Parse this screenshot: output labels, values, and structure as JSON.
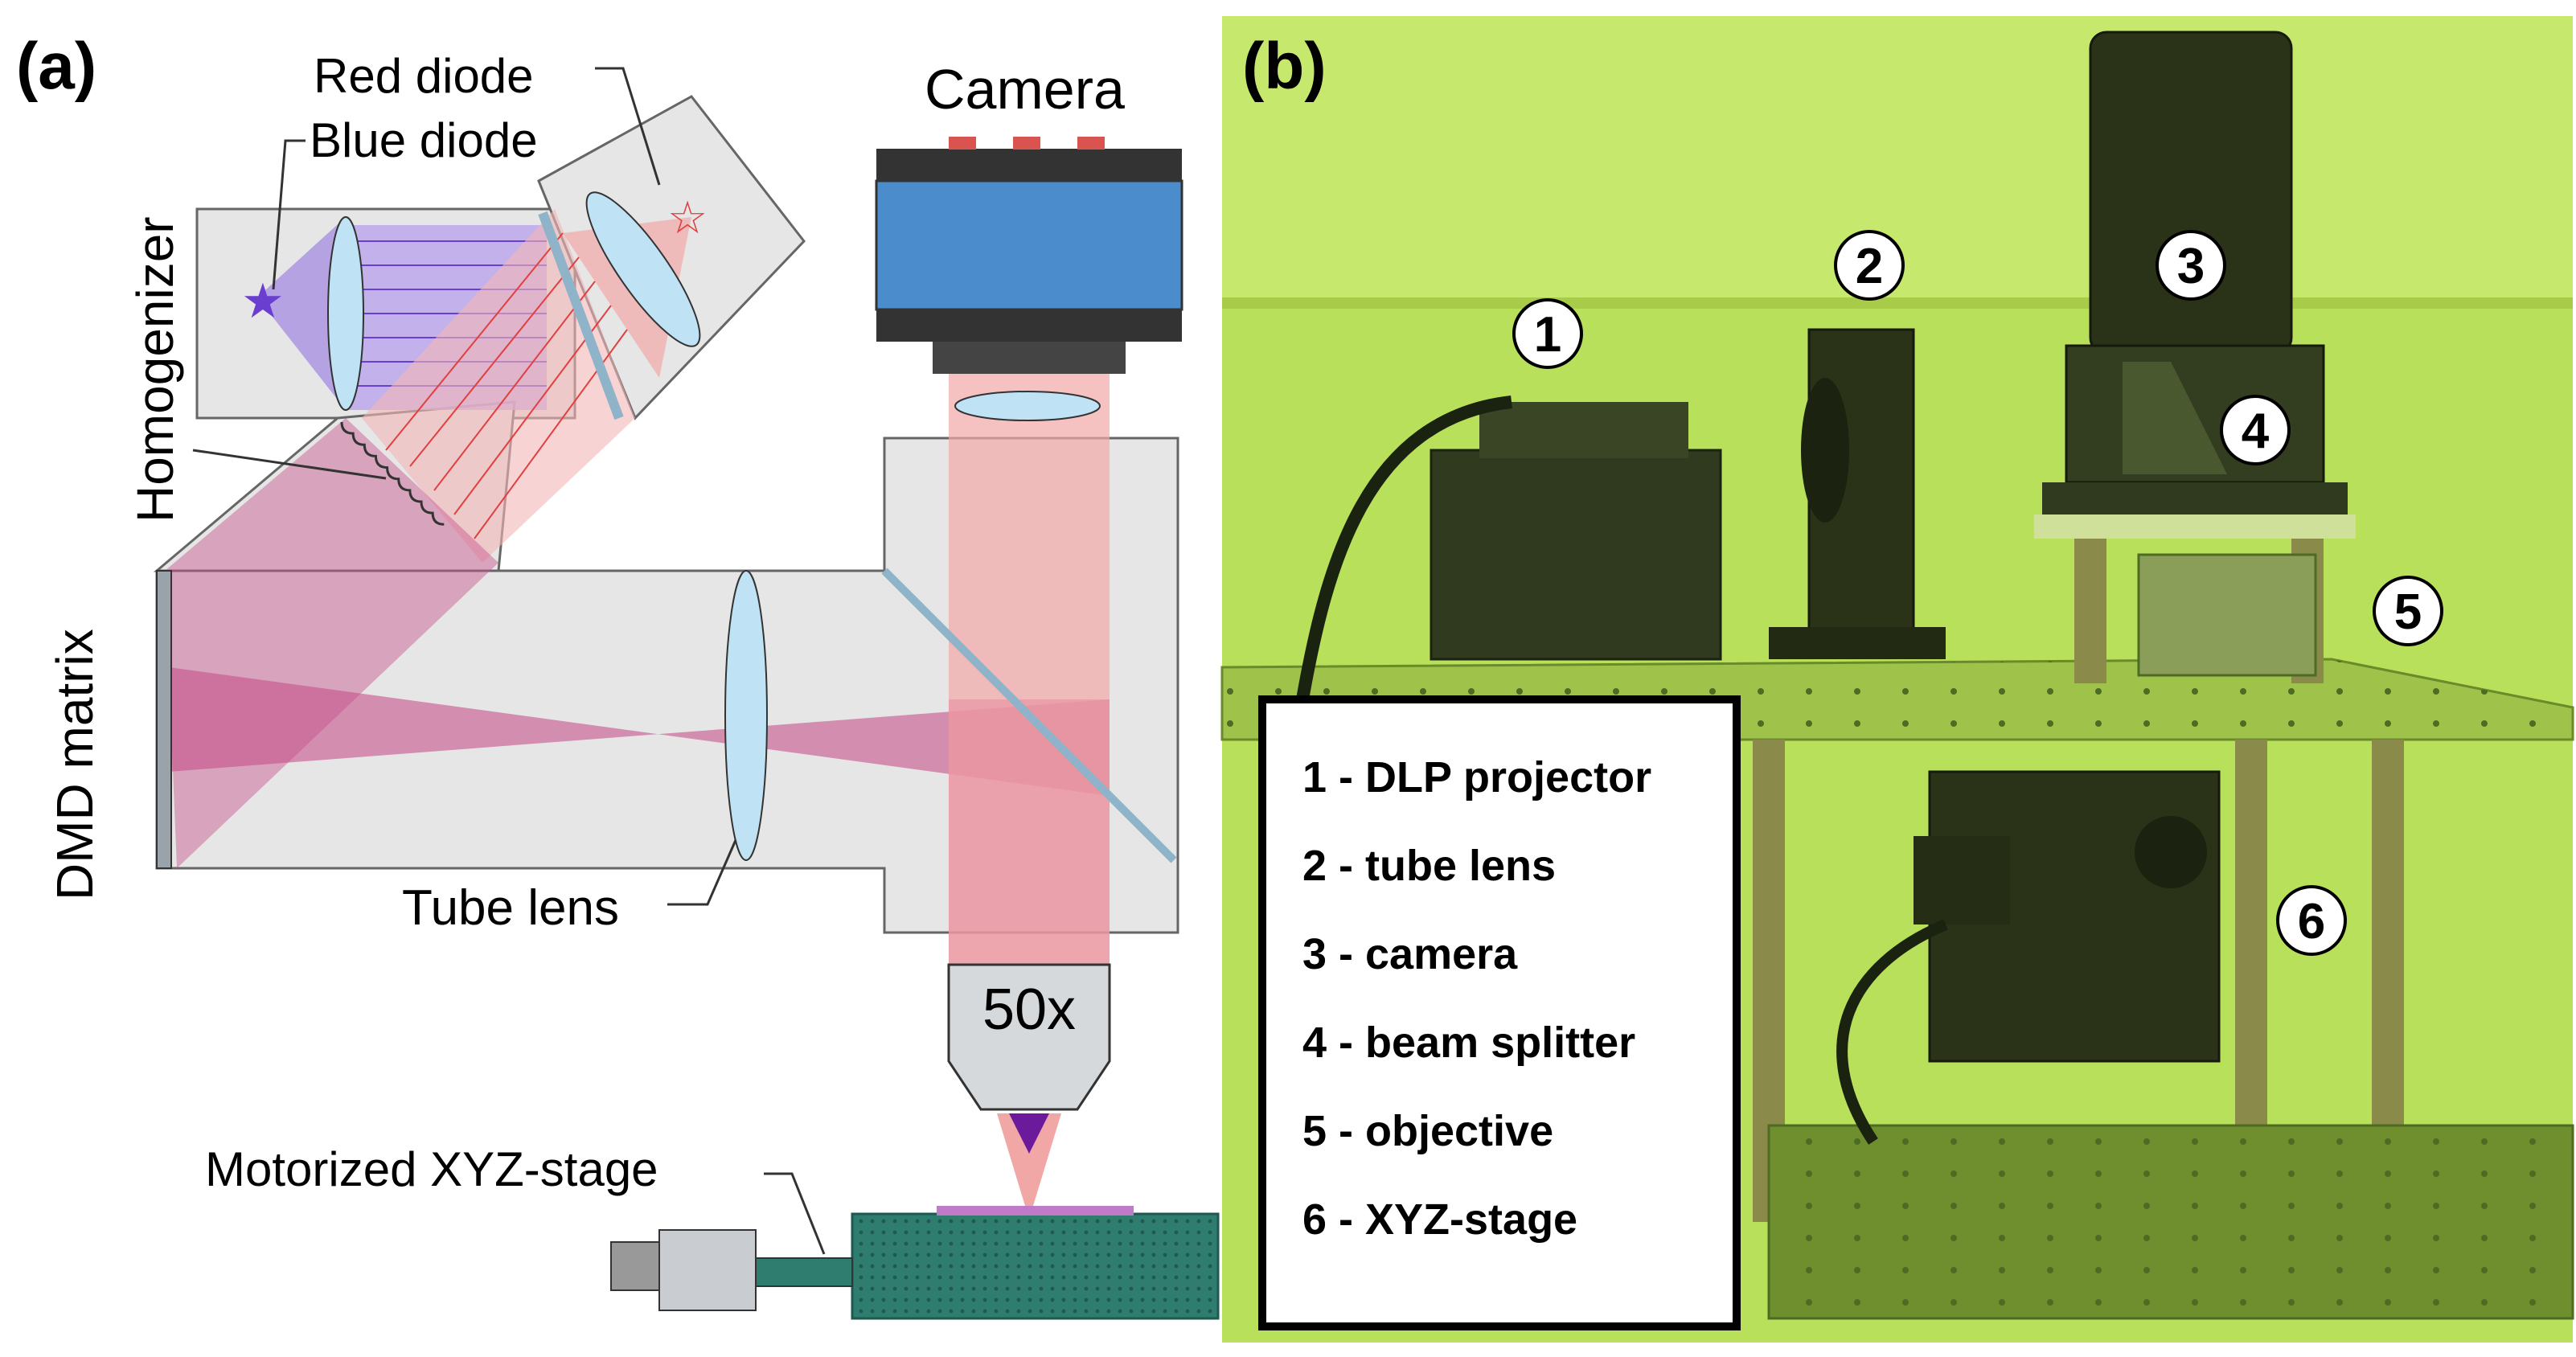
{
  "panel_a": {
    "tag": "(a)",
    "labels": {
      "red_diode": "Red diode",
      "blue_diode": "Blue diode",
      "homogenizer": "Homogenizer",
      "camera": "Camera",
      "dmd_matrix": "DMD matrix",
      "tube_lens": "Tube lens",
      "objective": "50x",
      "stage": "Motorized XYZ-stage"
    }
  },
  "panel_b": {
    "tag": "(b)",
    "markers": [
      "1",
      "2",
      "3",
      "4",
      "5",
      "6"
    ],
    "legend": [
      "1 - DLP projector",
      "2 - tube lens",
      "3 - camera",
      "4 - beam splitter",
      "5 - objective",
      "6 - XYZ-stage"
    ]
  },
  "colors": {
    "housing": "#e6e6e6",
    "red_beam": "#f2a7a7",
    "blue_beam": "#a48be0",
    "magenta_beam": "#c7528a",
    "lens": "#bfe3f5",
    "camera_body": "#4a8ccc",
    "stage": "#2e7d6e",
    "photo_bg": "#b9e05a"
  }
}
